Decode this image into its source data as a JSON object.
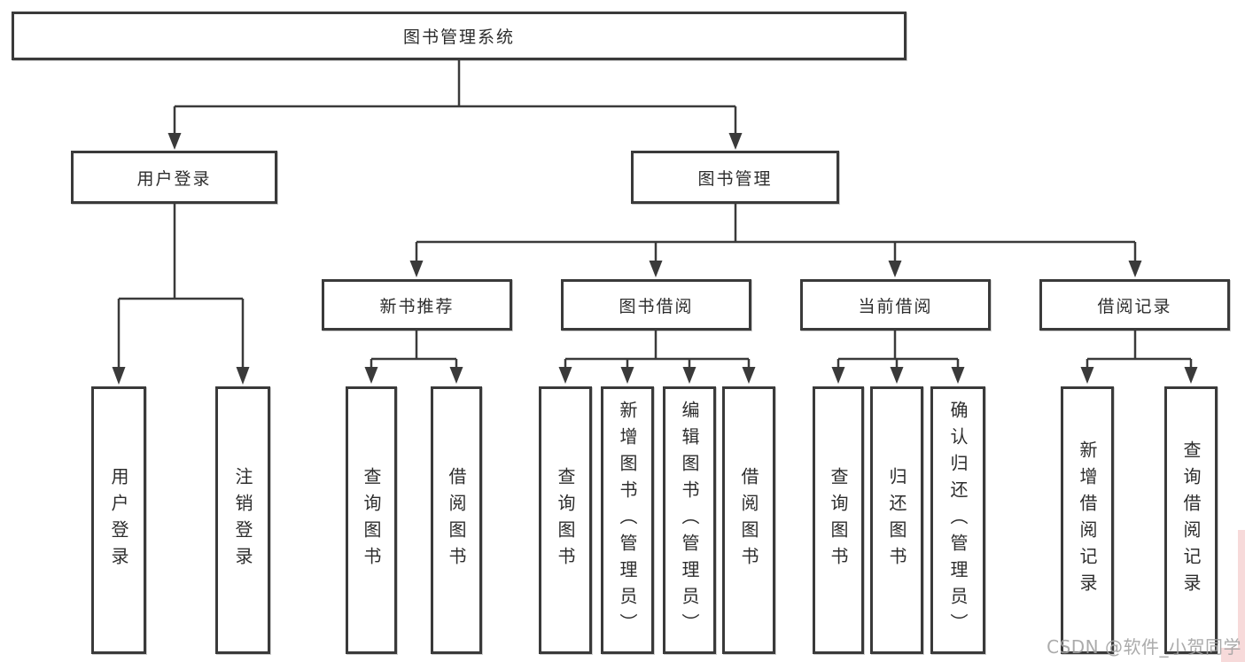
{
  "diagram": {
    "nodes": {
      "root": {
        "label": "图书管理系统"
      },
      "user_login": {
        "label": "用户登录"
      },
      "book_management": {
        "label": "图书管理"
      },
      "new_book_recommend": {
        "label": "新书推荐"
      },
      "book_borrowing": {
        "label": "图书借阅"
      },
      "current_borrowing": {
        "label": "当前借阅"
      },
      "borrowing_records": {
        "label": "借阅记录"
      },
      "leaf_user_login": {
        "label": "用户登录"
      },
      "leaf_logout": {
        "label": "注销登录"
      },
      "leaf_recommend_query_books": {
        "label": "查询图书"
      },
      "leaf_recommend_borrow_books": {
        "label": "借阅图书"
      },
      "leaf_borrowing_query_books": {
        "label": "查询图书"
      },
      "leaf_borrowing_add_books": {
        "label": "新增图书（管理员）"
      },
      "leaf_borrowing_edit_books": {
        "label": "编辑图书（管理员）"
      },
      "leaf_borrowing_borrow_books": {
        "label": "借阅图书"
      },
      "leaf_current_query_books": {
        "label": "查询图书"
      },
      "leaf_current_return_books": {
        "label": "归还图书"
      },
      "leaf_current_confirm_return": {
        "label": "确认归还（管理员）"
      },
      "leaf_records_add_record": {
        "label": "新增借阅记录"
      },
      "leaf_records_query_record": {
        "label": "查询借阅记录"
      }
    },
    "tree": {
      "label": "图书管理系统",
      "children": [
        {
          "label": "用户登录",
          "children": [
            {
              "label": "用户登录"
            },
            {
              "label": "注销登录"
            }
          ]
        },
        {
          "label": "图书管理",
          "children": [
            {
              "label": "新书推荐",
              "children": [
                {
                  "label": "查询图书"
                },
                {
                  "label": "借阅图书"
                }
              ]
            },
            {
              "label": "图书借阅",
              "children": [
                {
                  "label": "查询图书"
                },
                {
                  "label": "新增图书（管理员）"
                },
                {
                  "label": "编辑图书（管理员）"
                },
                {
                  "label": "借阅图书"
                }
              ]
            },
            {
              "label": "当前借阅",
              "children": [
                {
                  "label": "查询图书"
                },
                {
                  "label": "归还图书"
                },
                {
                  "label": "确认归还（管理员）"
                }
              ]
            },
            {
              "label": "借阅记录",
              "children": [
                {
                  "label": "新增借阅记录"
                },
                {
                  "label": "查询借阅记录"
                }
              ]
            }
          ]
        }
      ]
    },
    "watermark": {
      "text": "CSDN @软件_小贺同学"
    },
    "colors": {
      "background": "#ffffff",
      "line": "#3a3a3a",
      "box_border": "#3a3a3a",
      "text": "#2d2d2d",
      "watermark_text": "#a3a3a3",
      "watermark_accent": "#f7dada"
    }
  }
}
